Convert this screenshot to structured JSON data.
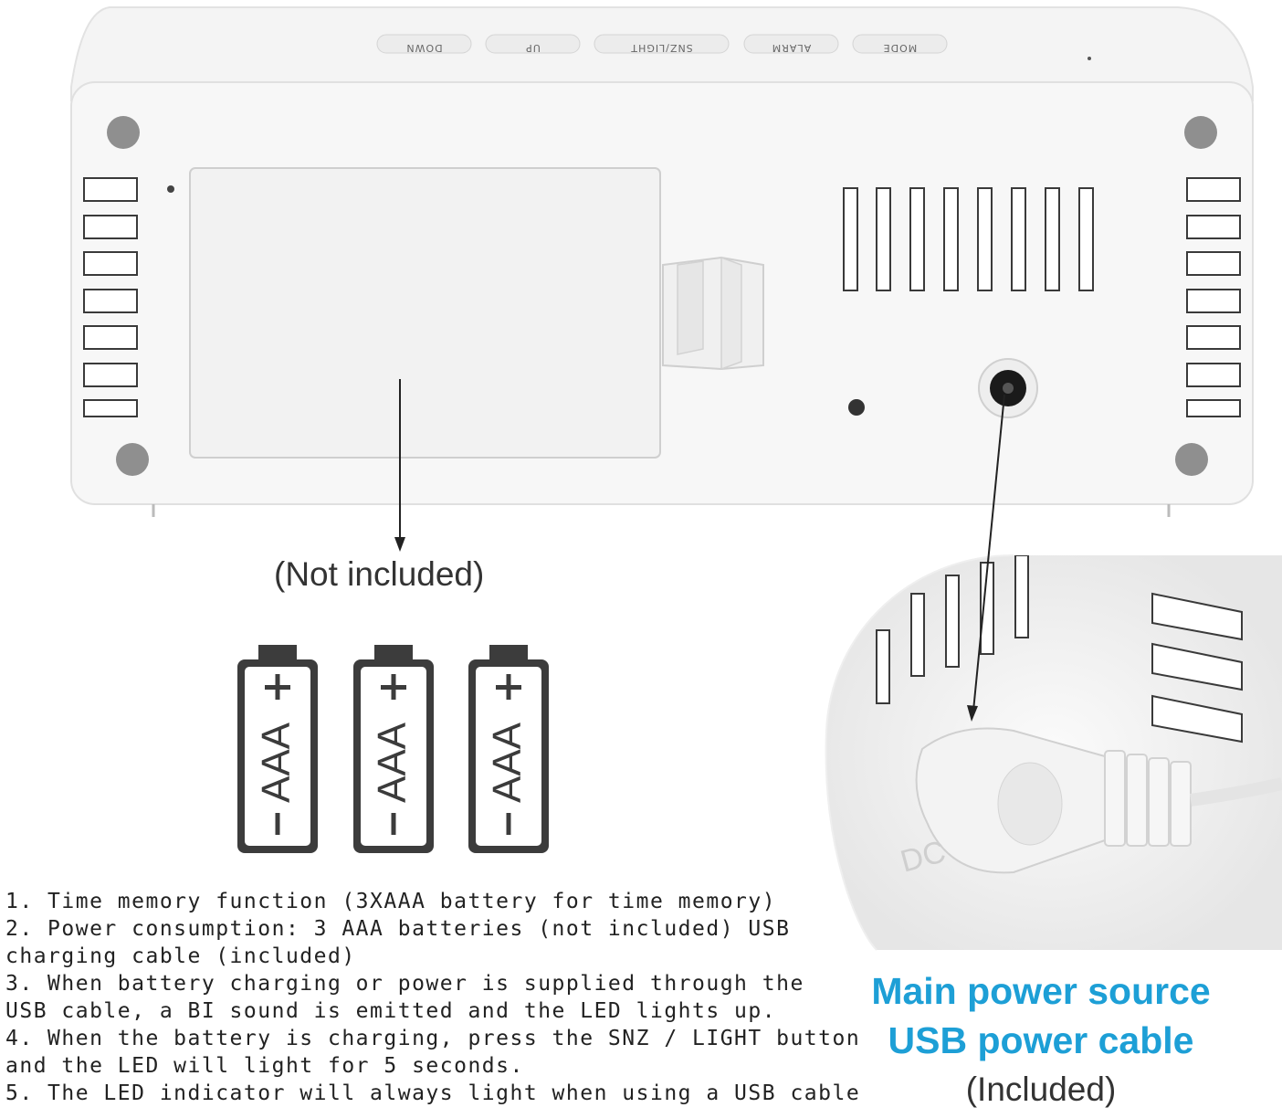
{
  "buttons": [
    "DOWN",
    "UP",
    "SNZ/LIGHT",
    "ALARM",
    "MODE"
  ],
  "battery_label": "AAA",
  "battery_count": 3,
  "not_included": "(Not included)",
  "notes": [
    "1. Time memory function (3XAAA battery for time memory)",
    "2. Power consumption: 3 AAA batteries (not included) USB",
    "charging cable (included)",
    "3. When battery charging or power is supplied through the",
    "USB cable, a BI sound is emitted and the LED lights up.",
    "4. When the battery is charging, press the SNZ / LIGHT button",
    "and the LED will light for 5 seconds.",
    "5. The LED indicator will always light when using a USB cable"
  ],
  "power": {
    "line1": "Main power source",
    "line2": "USB power cable",
    "included": "(Included)"
  },
  "colors": {
    "accent_blue": "#1d9fd6",
    "device_white": "#f7f7f7",
    "outline": "#3c3c3c"
  }
}
